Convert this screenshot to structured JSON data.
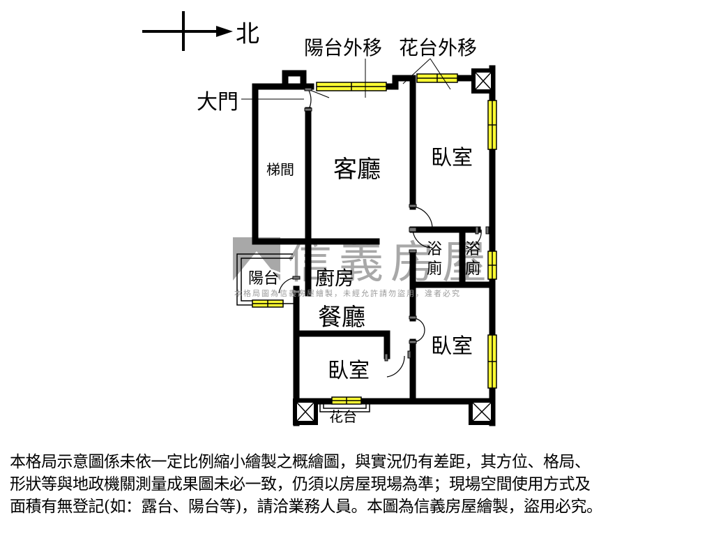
{
  "compass": {
    "direction_label": "北",
    "icon": "north-arrow-icon"
  },
  "annotations": {
    "balcony_moved_out": "陽台外移",
    "flower_bed_moved_out": "花台外移",
    "main_door": "大門"
  },
  "rooms": {
    "stairwell": "梯間",
    "living_room": "客廳",
    "bedroom_ne": "臥室",
    "bath_1_top": "浴",
    "bath_1_bottom": "廁",
    "bath_2_top": "浴",
    "bath_2_bottom": "廁",
    "balcony": "陽台",
    "kitchen": "廚房",
    "dining_room": "餐廳",
    "bedroom_se": "臥室",
    "bedroom_sw": "臥室",
    "flower_bed": "花台"
  },
  "watermark": {
    "brand": "信義房屋",
    "notice": "本格局圖為信義房屋繪製，未經允許請勿盜用，違者必究"
  },
  "colors": {
    "wall": "#000000",
    "window_fill": "#ffff33",
    "watermark_gray": "#9a9a9a"
  },
  "disclaimer": {
    "line1": "本格局示意圖係未依一定比例縮小繪製之概繪圖，與實況仍有差距，其方位、格局、",
    "line2": "形狀等與地政機關測量成果圖未必一致，仍須以房屋現場為準；現場空間使用方式及",
    "line3": "面積有無登記(如：露台、陽台等)，請洽業務人員。本圖為信義房屋繪製，盜用必究。"
  }
}
